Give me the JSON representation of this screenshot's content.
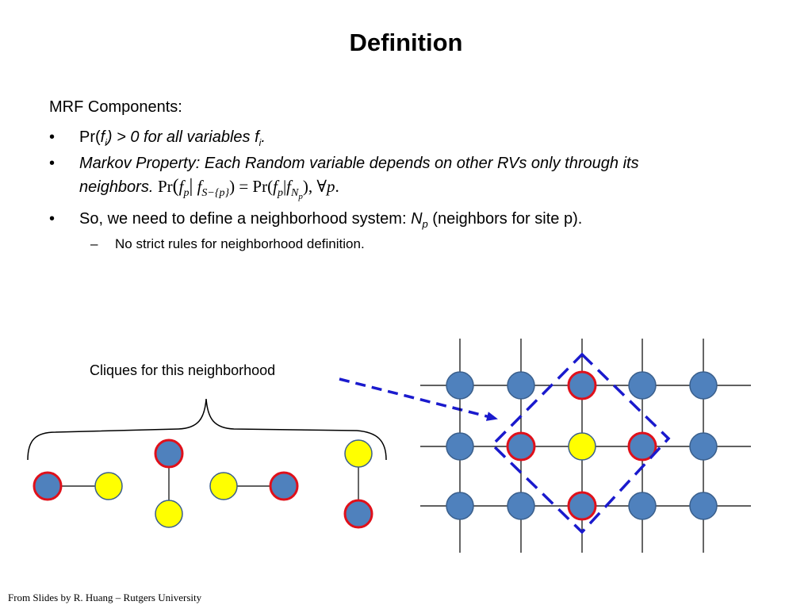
{
  "slide": {
    "title": "Definition",
    "intro": "MRF Components:",
    "bullet1": {
      "prefix": "Pr(",
      "f": "f",
      "sub_i": "i",
      "rest": ") > 0 for all variables ",
      "f2": "f",
      "sub_i2": "i",
      "end": "."
    },
    "bullet2": {
      "line1": "Markov Property: Each Random variable depends on other RVs only through its",
      "line2_text": "neighbors.",
      "formula": {
        "pr": "Pr",
        "open": "(",
        "f": "f",
        "p": "p",
        "bar": "|",
        "f2": "f",
        "sub": "S−{p}",
        "close": ")",
        "eq": " = ",
        "pr2": "Pr",
        "open2": "(",
        "f3": "f",
        "p2": "p",
        "bar2": "|",
        "f4": "f",
        "Np": "N",
        "Np_sub": "p",
        "close2": ")",
        "forall": ", ∀",
        "p3": "p",
        "dot": "."
      }
    },
    "bullet3": {
      "text": "So, we need to define a neighborhood system: ",
      "N": "N",
      "N_sub": "p",
      "after": " (neighbors for site p)."
    },
    "subbullet": "No strict rules for neighborhood definition.",
    "bullet_symbol": "•",
    "dash_symbol": "–",
    "cliques_label": "Cliques for this neighborhood",
    "footer": "From Slides by R. Huang – Rutgers University"
  },
  "colors": {
    "blue_node": "#4f81bd",
    "yellow_node": "#ffff00",
    "red_border": "#e0101a",
    "dark_border": "#3a5f8c",
    "dashed_blue": "#1a1acd",
    "grid_line": "#000000"
  },
  "grid": {
    "rows": 3,
    "cols": 5,
    "nodes": [
      [
        "blue",
        "blue",
        "blue-red",
        "blue",
        "blue"
      ],
      [
        "blue",
        "blue-red",
        "yellow",
        "blue-red",
        "blue"
      ],
      [
        "blue",
        "blue",
        "blue-red",
        "blue",
        "blue"
      ]
    ]
  },
  "cliques": [
    {
      "type": "pair-horizontal",
      "nodes": [
        "blue-red",
        "yellow"
      ]
    },
    {
      "type": "pair-vertical",
      "nodes": [
        "blue-red",
        "yellow"
      ]
    },
    {
      "type": "pair-horizontal",
      "nodes": [
        "yellow",
        "blue-red"
      ]
    },
    {
      "type": "pair-vertical",
      "nodes": [
        "yellow",
        "blue-red"
      ]
    }
  ]
}
